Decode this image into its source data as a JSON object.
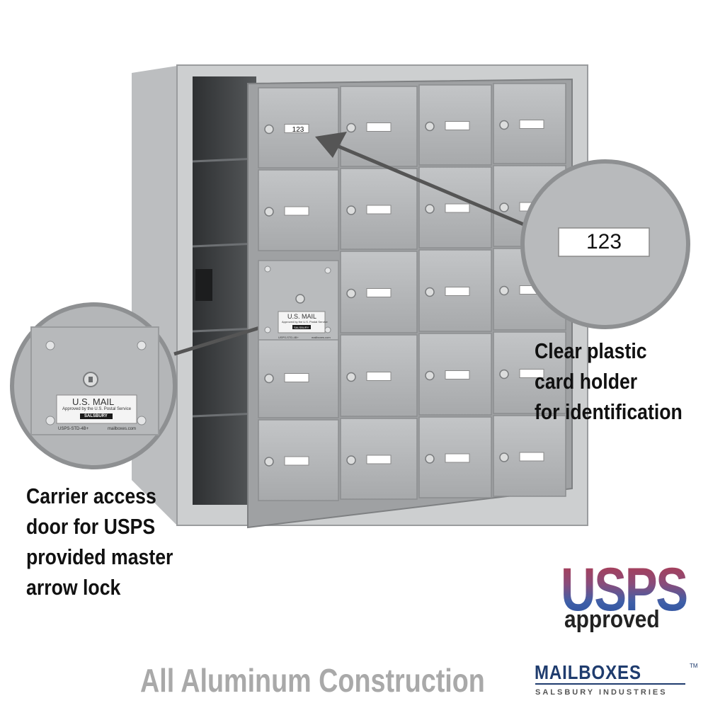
{
  "product": {
    "box_number": "123",
    "plate_title": "U.S. MAIL",
    "plate_approval": "Approved by the U.S. Postal Service",
    "plate_brand": "SALSBURY",
    "plate_model": "USPS-STD-4B+",
    "plate_site": "mailboxes.com",
    "colors": {
      "aluminum": "#b4b6b8",
      "frame": "#c8cacb",
      "interior": "#3c3e40",
      "callout_line": "#555555"
    }
  },
  "callouts": {
    "card_holder": {
      "lines": [
        "Clear plastic",
        "card holder",
        "for identification"
      ]
    },
    "carrier_door": {
      "lines": [
        "Carrier access",
        "door for USPS",
        "provided master",
        "arrow lock"
      ]
    }
  },
  "footer": {
    "construction": "All Aluminum Construction",
    "usps_logo_main": "USPS",
    "usps_logo_sub": "approved",
    "brand_name": "MAILBOXES",
    "brand_tm": "TM",
    "brand_subtitle": "SALSBURY INDUSTRIES"
  }
}
